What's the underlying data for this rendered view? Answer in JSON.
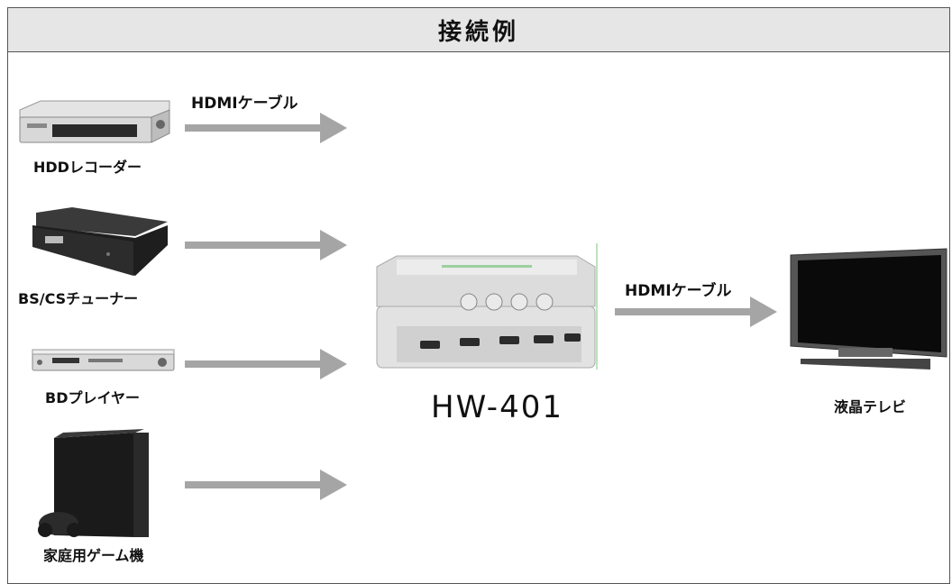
{
  "header": {
    "title": "接続例"
  },
  "sources": [
    {
      "label": "HDDレコーダー",
      "icon": "hdd-recorder-icon"
    },
    {
      "label": "BS/CSチューナー",
      "icon": "tuner-icon"
    },
    {
      "label": "BDプレイヤー",
      "icon": "bd-player-icon"
    },
    {
      "label": "家庭用ゲーム機",
      "icon": "game-console-icon"
    }
  ],
  "cables": {
    "input_label": "HDMIケーブル",
    "output_label": "HDMIケーブル"
  },
  "device": {
    "model": "HW-401",
    "icon": "hdmi-switch-icon"
  },
  "display": {
    "label": "液晶テレビ",
    "icon": "lcd-tv-icon"
  },
  "colors": {
    "arrow": "#a5a5a5",
    "header_bg": "#e6e6e6",
    "divider_green": "#8fd08f"
  }
}
